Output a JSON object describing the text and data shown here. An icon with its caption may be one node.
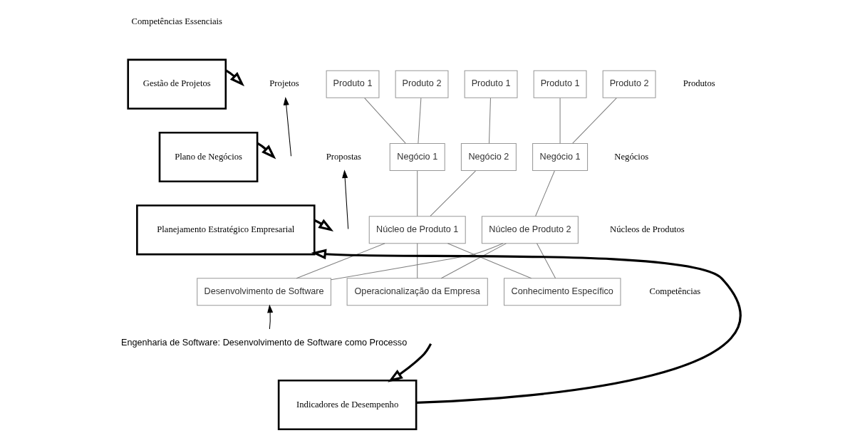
{
  "diagram": {
    "nodes": [
      {
        "text": [
          "Projetos"
        ]
      },
      {
        "text": [
          "Produto 1"
        ]
      },
      {
        "text": [
          "Produto 2"
        ]
      },
      {
        "text": [
          "Produto 1"
        ]
      },
      {
        "text": [
          "Produto 1"
        ]
      },
      {
        "text": [
          "Produto 2"
        ]
      },
      {
        "text": [
          "Gestão de Projetos"
        ]
      },
      {
        "text": [
          "Propostas"
        ]
      },
      {
        "text": [
          "Negócio 1"
        ]
      },
      {
        "text": [
          "Negócio 2"
        ]
      },
      {
        "text": [
          "Negócio 1"
        ]
      },
      {
        "text": [
          "Plano de Negócios"
        ]
      },
      {
        "text": [
          "Núcleo de Produto 1"
        ]
      },
      {
        "text": [
          "Núcleo de Produto 2"
        ]
      },
      {
        "text": [
          "Planejamento Estratégico Empresarial"
        ]
      },
      {
        "text": [
          "Desenvolvimento de Software"
        ]
      },
      {
        "text": [
          "Operacionalização da Empresa"
        ]
      },
      {
        "text": [
          "Conhecimento Específico"
        ]
      },
      {
        "text": [
          "Engenharia de Software: Desenvolvimento de Software como Processo"
        ]
      },
      {
        "text": [
          "Indicadores de Desempenho"
        ]
      }
    ],
    "edges": [
      {
        "from": 6,
        "to": null,
        "arrow": "to",
        "style": "thick",
        "color": "#000000"
      },
      {
        "from": 11,
        "to": null,
        "arrow": "to",
        "style": "thick",
        "color": "#000000"
      },
      {
        "from": 14,
        "to": null,
        "arrow": "to",
        "style": "thick",
        "color": "#000000"
      },
      {
        "from": null,
        "to": 0,
        "arrow": "to",
        "color": "#000000"
      },
      {
        "from": null,
        "to": 7,
        "arrow": "to",
        "color": "#000000"
      },
      {
        "from": 1,
        "to": 8,
        "arrow": "none"
      },
      {
        "from": 2,
        "to": 8,
        "arrow": "none"
      },
      {
        "from": 3,
        "to": 9,
        "arrow": "none"
      },
      {
        "from": 4,
        "to": 10,
        "arrow": "none"
      },
      {
        "from": 5,
        "to": 10,
        "arrow": "none"
      },
      {
        "from": 8,
        "to": 12,
        "arrow": "none"
      },
      {
        "from": 9,
        "to": 12,
        "arrow": "none"
      },
      {
        "from": 10,
        "to": 13,
        "arrow": "none"
      },
      {
        "from": 12,
        "to": 15,
        "arrow": "none"
      },
      {
        "from": 12,
        "to": 16,
        "arrow": "none"
      },
      {
        "from": 12,
        "to": 17,
        "arrow": "none"
      },
      {
        "from": 13,
        "to": 15,
        "arrow": "none"
      },
      {
        "from": 13,
        "to": 16,
        "arrow": "none"
      },
      {
        "from": 13,
        "to": 17,
        "arrow": "none"
      },
      {
        "from": 18,
        "to": 15,
        "arrow": "to",
        "color": "#000000"
      },
      {
        "from": null,
        "to": 19,
        "arrow": "to",
        "style": "thick",
        "color": "#000000"
      },
      {
        "from": 19,
        "to": 14,
        "arrow": "to",
        "style": "thick",
        "color": "#000000"
      }
    ],
    "labels": [
      "Competências Essenciais",
      "Produtos",
      "Negócios",
      "Núcleos de Produtos",
      "Competências"
    ]
  }
}
